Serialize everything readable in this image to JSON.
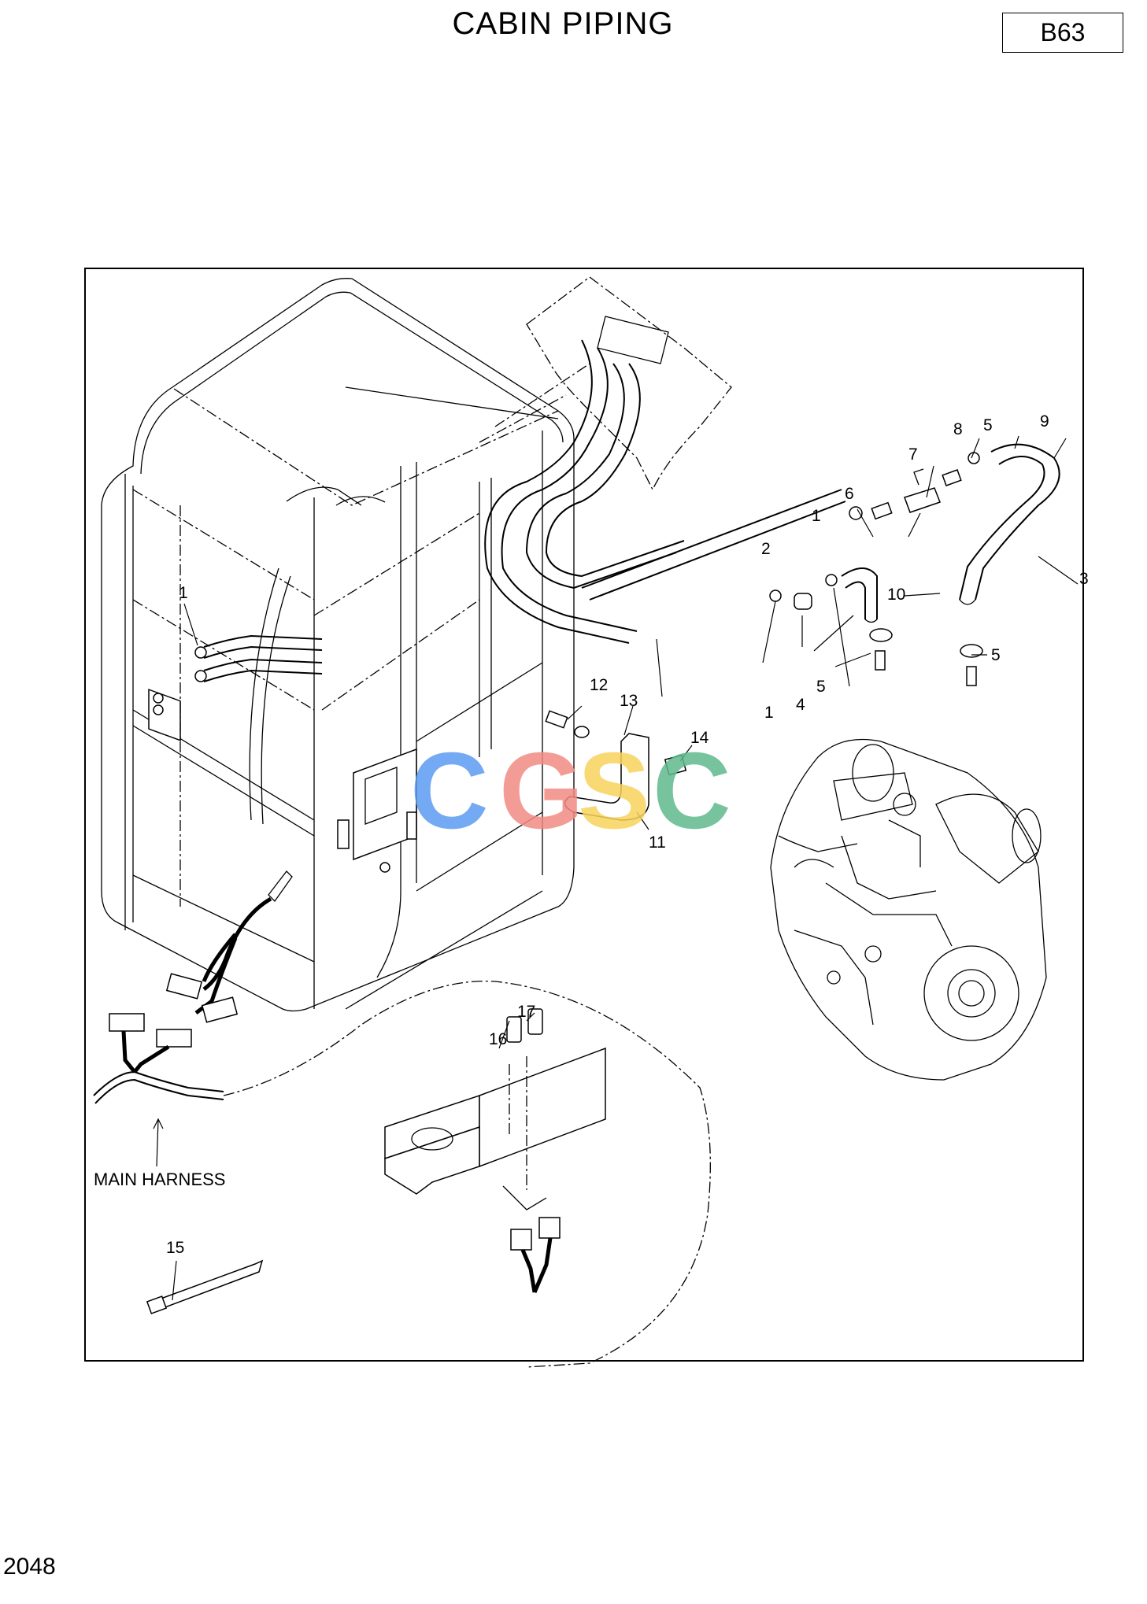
{
  "header": {
    "title": "CABIN PIPING",
    "code": "B63"
  },
  "footer": {
    "page_number": "2048"
  },
  "watermark": {
    "letters": [
      "C",
      "G",
      "S",
      "C"
    ],
    "colors": [
      "#5b9cf2",
      "#f28a83",
      "#f7d35c",
      "#5fb98c"
    ]
  },
  "diagram": {
    "callouts": {
      "c1a": "1",
      "c1b": "1",
      "c1c": "1",
      "c2": "2",
      "c3": "3",
      "c4": "4",
      "c5a": "5",
      "c5b": "5",
      "c5c": "5",
      "c6": "6",
      "c7": "7",
      "c8": "8",
      "c9": "9",
      "c10": "10",
      "c11": "11",
      "c12": "12",
      "c13": "13",
      "c14": "14",
      "c15": "15",
      "c16": "16",
      "c17": "17"
    },
    "labels": {
      "main_harness": "MAIN HARNESS"
    }
  }
}
